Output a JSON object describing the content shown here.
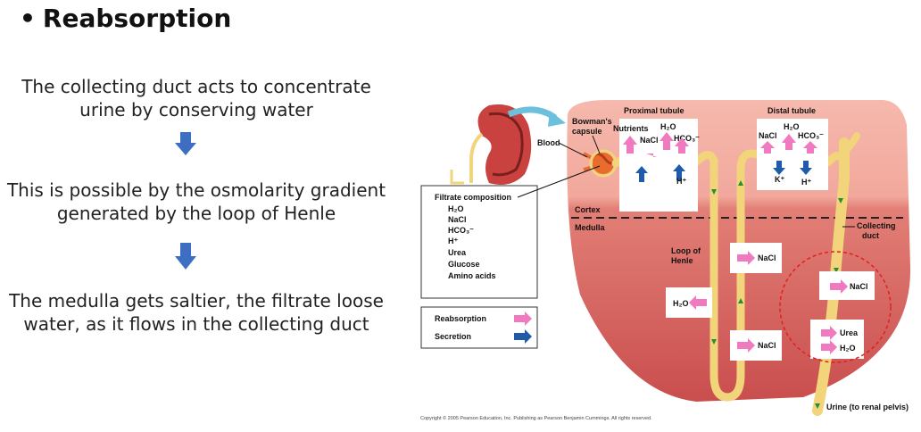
{
  "slide": {
    "title": "Reabsorption",
    "paragraphs": [
      [
        "The collecting duct acts to concentrate",
        "urine by conserving water"
      ],
      [
        "This is possible by the osmolarity gradient",
        "generated by the loop of Henle"
      ],
      [
        "The medulla gets saltier, the filtrate loose",
        "water, as it flows in the collecting duct"
      ]
    ]
  },
  "diagram": {
    "labels": {
      "blood": "Blood",
      "bowmans_capsule_1": "Bowman's",
      "bowmans_capsule_2": "capsule",
      "proximal_tubule": "Proximal tubule",
      "distal_tubule": "Distal tubule",
      "cortex": "Cortex",
      "medulla": "Medulla",
      "loop_of_henle_1": "Loop of",
      "loop_of_henle_2": "Henle",
      "collecting_duct_1": "Collecting",
      "collecting_duct_2": "duct",
      "urine": "Urine (to renal pelvis)"
    },
    "filtrate": {
      "title": "Filtrate composition",
      "items": [
        "H₂O",
        "NaCl",
        "HCO₃⁻",
        "H⁺",
        "Urea",
        "Glucose",
        "Amino acids"
      ]
    },
    "legend": {
      "reabsorption": "Reabsorption",
      "secretion": "Secretion"
    },
    "proximal_box": {
      "nutrients": "Nutrients",
      "h2o": "H₂O",
      "nacl": "NaCl",
      "hco3": "HCO₃⁻",
      "h_plus": "H⁺"
    },
    "distal_box": {
      "nacl": "NaCl",
      "h2o": "H₂O",
      "hco3": "HCO₃⁻",
      "k_plus": "K⁺",
      "h_plus": "H⁺"
    },
    "loop_boxes": {
      "nacl_top": "NaCl",
      "h2o": "H₂O",
      "nacl_bottom": "NaCl"
    },
    "duct_boxes": {
      "nacl": "NaCl",
      "urea": "Urea",
      "h2o": "H₂O"
    },
    "copyright": "Copyright © 2005 Pearson Education, Inc. Publishing as Pearson Benjamin Cummings. All rights reserved.",
    "colors": {
      "reabsorption": "#f07ac0",
      "secretion": "#1f5ba8",
      "tubule": "#f2d47a",
      "cortex": "#f6b9ad",
      "medulla": "#d8615d",
      "highlight_circle": "#e02020"
    }
  }
}
